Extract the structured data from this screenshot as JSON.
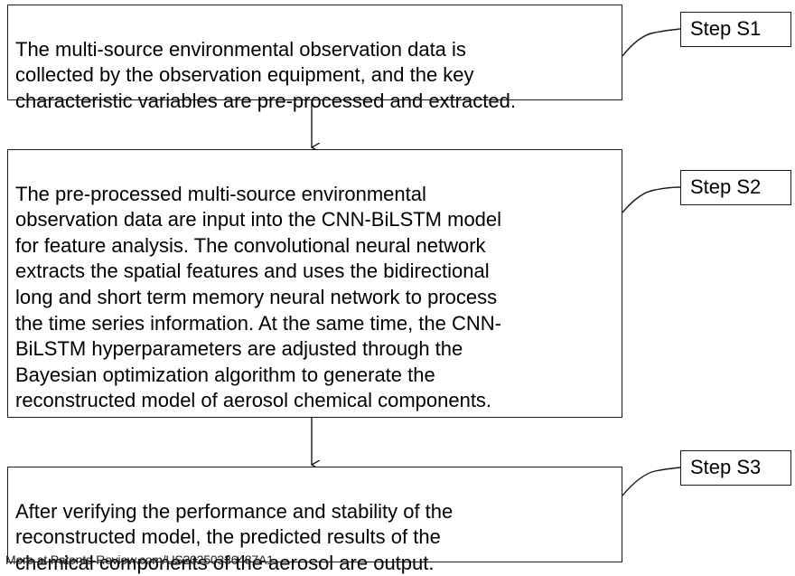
{
  "steps": [
    {
      "label": "Step S1",
      "text": "The multi-source environmental observation data is\ncollected by the observation equipment, and the key\ncharacteristic variables are pre-processed and extracted."
    },
    {
      "label": "Step S2",
      "text": "The pre-processed multi-source environmental\nobservation data are input into the CNN-BiLSTM model\nfor feature analysis. The convolutional neural network\nextracts the spatial features and uses the bidirectional\nlong and short term memory neural network to process\nthe time series information. At the same time, the CNN-\nBiLSTM hyperparameters are adjusted through the\nBayesian optimization algorithm to generate the\nreconstructed model of aerosol chemical components."
    },
    {
      "label": "Step S3",
      "text": "After verifying the performance and stability of the\nreconstructed model, the predicted results of the\nchemical components of the aerosol are output."
    }
  ],
  "footer": {
    "watermark": "More at Patents-Review.com/US20250336487A1"
  },
  "colors": {
    "line": "#1a1a1a",
    "background": "#ffffff"
  }
}
